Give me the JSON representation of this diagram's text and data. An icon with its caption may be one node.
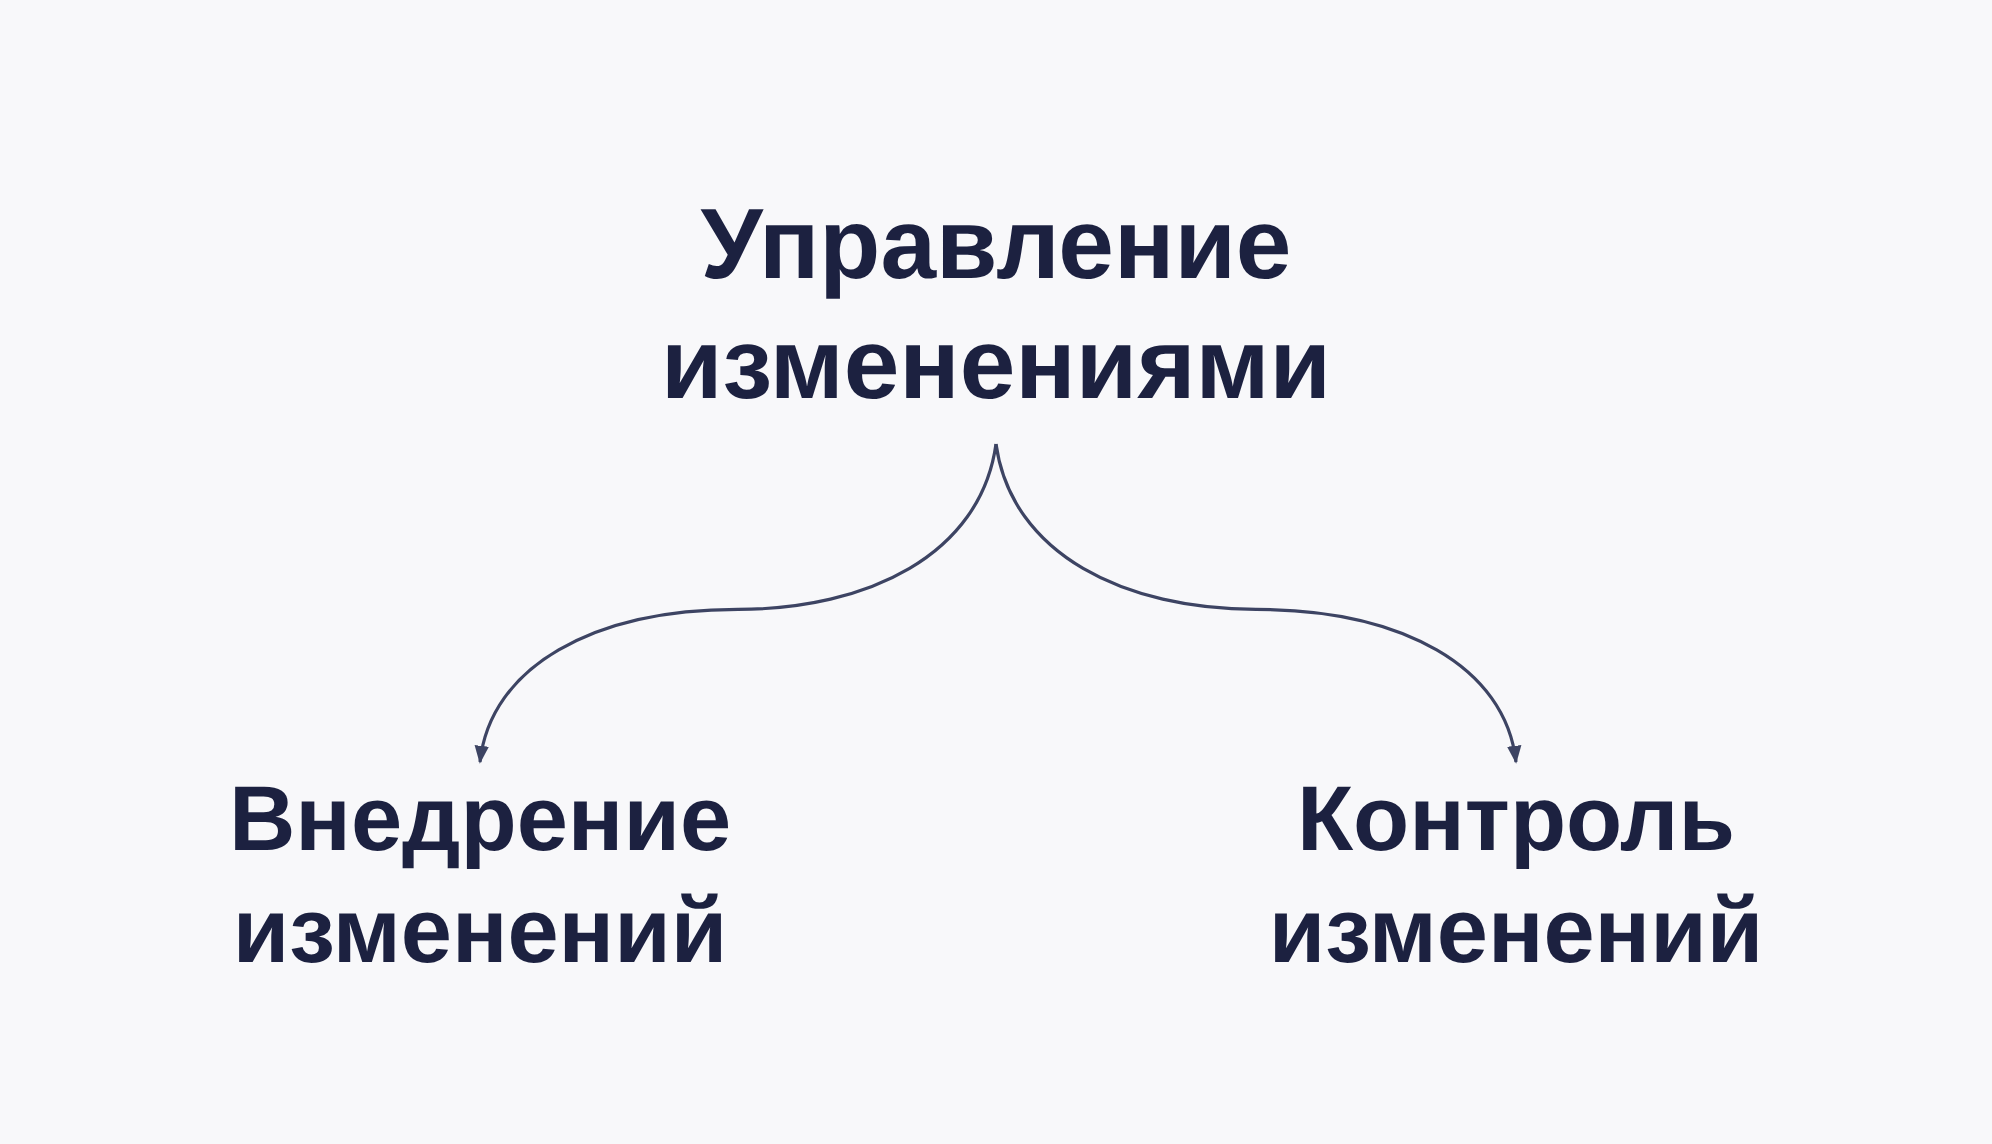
{
  "diagram": {
    "nodes": [
      {
        "text": [
          "Управление изменениями"
        ]
      },
      {
        "text": [
          "Внедрение изменений"
        ]
      },
      {
        "text": [
          "Контроль изменений"
        ]
      }
    ],
    "edges": [
      {
        "from": 0,
        "to": 1,
        "arrow": "to"
      },
      {
        "from": 0,
        "to": 2,
        "arrow": "to"
      }
    ]
  }
}
